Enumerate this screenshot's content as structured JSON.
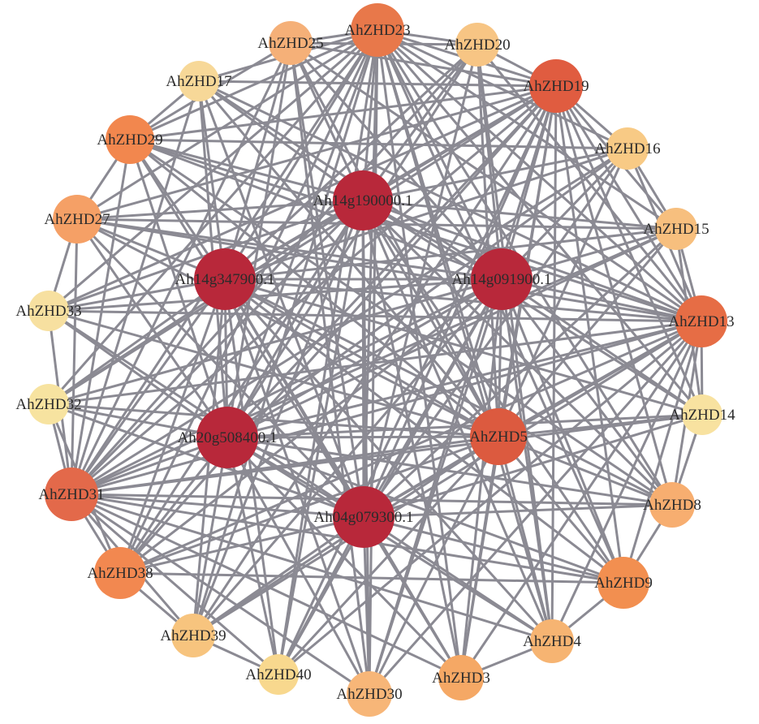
{
  "nodes": [
    {
      "id": "AhZHD23",
      "color": "#e8784a"
    },
    {
      "id": "AhZHD25",
      "color": "#f5b078"
    },
    {
      "id": "AhZHD20",
      "color": "#f7c584"
    },
    {
      "id": "AhZHD17",
      "color": "#f7d898"
    },
    {
      "id": "AhZHD19",
      "color": "#e05c40"
    },
    {
      "id": "AhZHD29",
      "color": "#f2874e"
    },
    {
      "id": "AhZHD16",
      "color": "#f8ca85"
    },
    {
      "id": "Ah14g190000.1",
      "color": "#b8283a"
    },
    {
      "id": "AhZHD27",
      "color": "#f5a066"
    },
    {
      "id": "AhZHD15",
      "color": "#f7bf7e"
    },
    {
      "id": "Ah14g347900.1",
      "color": "#b8283a"
    },
    {
      "id": "Ah14g091900.1",
      "color": "#b8283a"
    },
    {
      "id": "AhZHD33",
      "color": "#f7e0a0"
    },
    {
      "id": "AhZHD13",
      "color": "#e66d45"
    },
    {
      "id": "AhZHD32",
      "color": "#f7e3a0"
    },
    {
      "id": "AhZHD14",
      "color": "#f8e2a0"
    },
    {
      "id": "Ah20g508400.1",
      "color": "#b8283a"
    },
    {
      "id": "AhZHD5",
      "color": "#dc5a3f"
    },
    {
      "id": "AhZHD31",
      "color": "#e3694a"
    },
    {
      "id": "AhZHD8",
      "color": "#f7ae70"
    },
    {
      "id": "Ah04g079300.1",
      "color": "#b8283a"
    },
    {
      "id": "AhZHD38",
      "color": "#f28850"
    },
    {
      "id": "AhZHD9",
      "color": "#f28f50"
    },
    {
      "id": "AhZHD39",
      "color": "#f7c47e"
    },
    {
      "id": "AhZHD4",
      "color": "#f6b472"
    },
    {
      "id": "AhZHD40",
      "color": "#f8d88e"
    },
    {
      "id": "AhZHD30",
      "color": "#f7b678"
    },
    {
      "id": "AhZHD3",
      "color": "#f5a865"
    }
  ],
  "fully_connected_nodes": [
    "Ah14g190000.1",
    "Ah14g347900.1",
    "Ah14g091900.1",
    "Ah20g508400.1",
    "Ah04g079300.1",
    "AhZHD5",
    "AhZHD19",
    "AhZHD13",
    "AhZHD23",
    "AhZHD31"
  ],
  "extra_edges": [
    [
      "AhZHD25",
      "AhZHD29"
    ],
    [
      "AhZHD25",
      "AhZHD20"
    ],
    [
      "AhZHD17",
      "AhZHD29"
    ],
    [
      "AhZHD29",
      "AhZHD27"
    ],
    [
      "AhZHD27",
      "AhZHD33"
    ],
    [
      "AhZHD16",
      "AhZHD15"
    ],
    [
      "AhZHD15",
      "AhZHD14"
    ],
    [
      "AhZHD14",
      "AhZHD8"
    ],
    [
      "AhZHD8",
      "AhZHD9"
    ],
    [
      "AhZHD9",
      "AhZHD4"
    ],
    [
      "AhZHD4",
      "AhZHD3"
    ],
    [
      "AhZHD38",
      "AhZHD39"
    ],
    [
      "AhZHD39",
      "AhZHD40"
    ],
    [
      "AhZHD32",
      "AhZHD38"
    ],
    [
      "AhZHD29",
      "AhZHD16"
    ],
    [
      "AhZHD27",
      "AhZHD15"
    ],
    [
      "AhZHD38",
      "AhZHD9"
    ],
    [
      "AhZHD25",
      "AhZHD30"
    ],
    [
      "AhZHD20",
      "AhZHD4"
    ],
    [
      "AhZHD29",
      "AhZHD8"
    ]
  ]
}
